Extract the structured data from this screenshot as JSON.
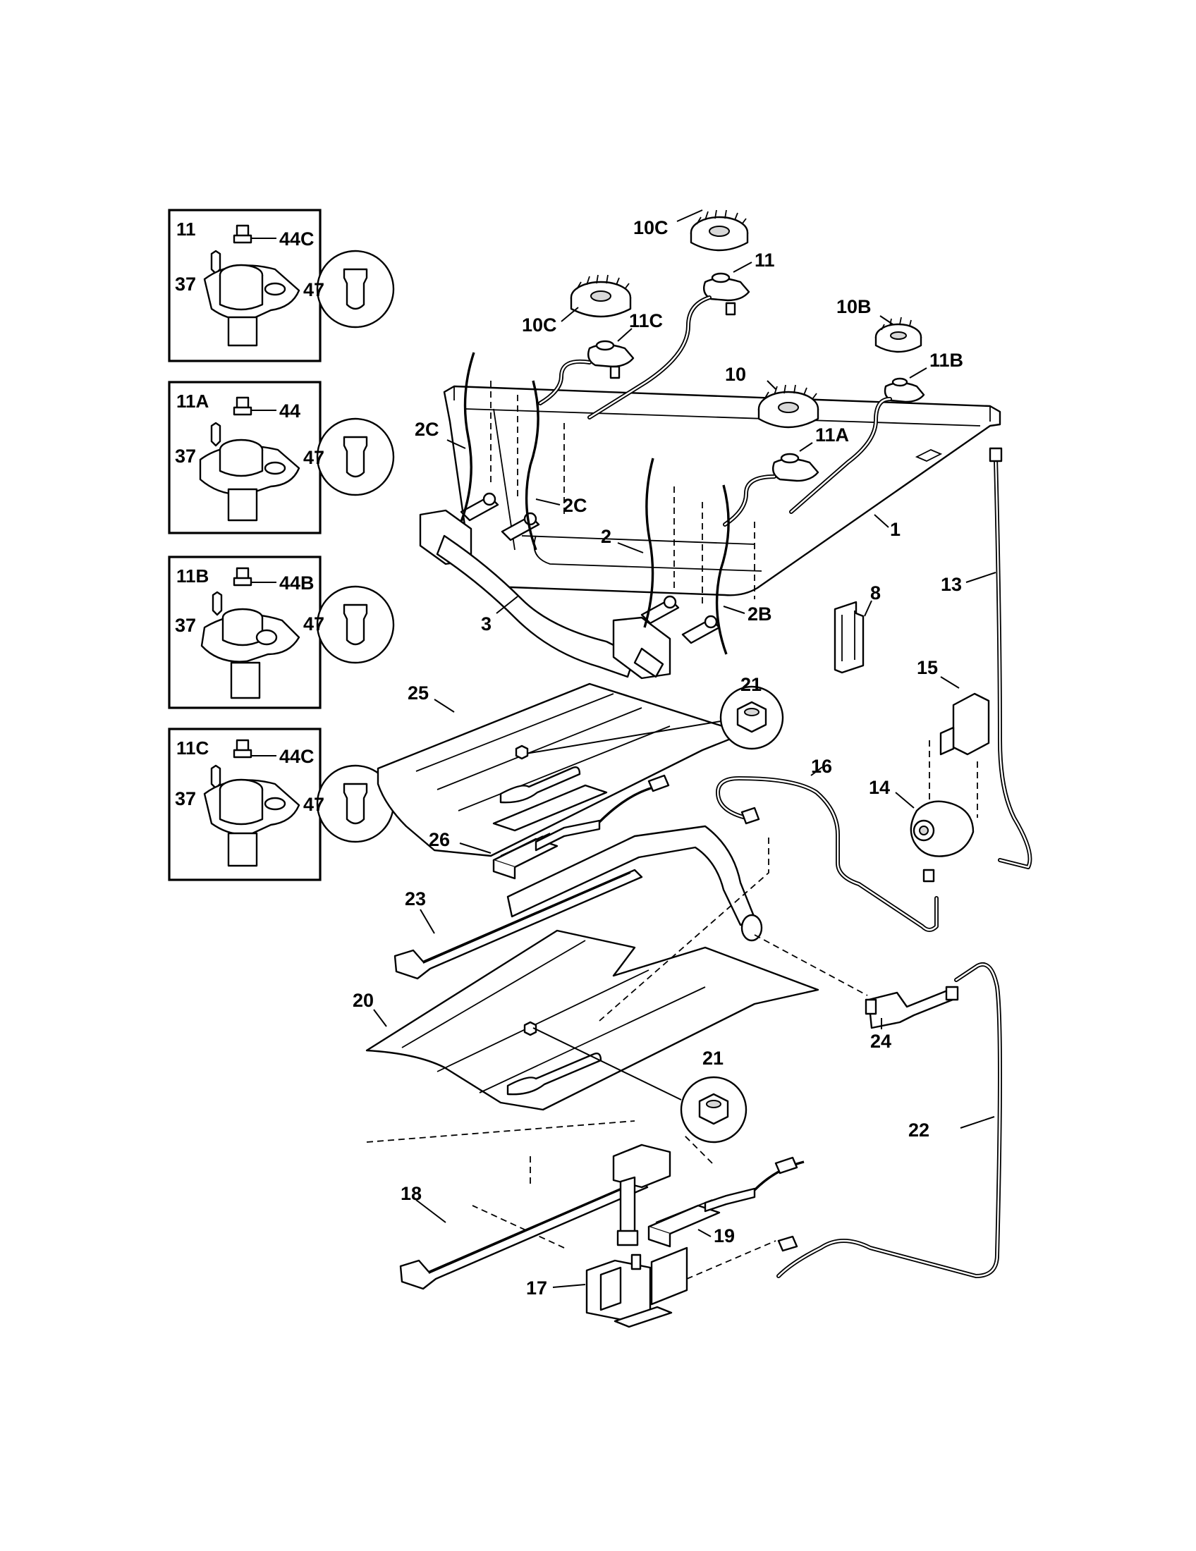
{
  "insets": [
    {
      "title": "11",
      "screw": "37",
      "cap": "44C",
      "orifice": "47"
    },
    {
      "title": "11A",
      "screw": "37",
      "cap": "44",
      "orifice": "47"
    },
    {
      "title": "11B",
      "screw": "37",
      "cap": "44B",
      "orifice": "47"
    },
    {
      "title": "11C",
      "screw": "37",
      "cap": "44C",
      "orifice": "47"
    }
  ],
  "callouts": {
    "p10c_top": "10C",
    "p11": "11",
    "p10c_left": "10C",
    "p11c": "11C",
    "p10b": "10B",
    "p11b": "11B",
    "p10": "10",
    "p11a": "11A",
    "p2c_left": "2C",
    "p2c_right": "2C",
    "p2": "2",
    "p2b": "2B",
    "p1": "1",
    "p3": "3",
    "p13": "13",
    "p8": "8",
    "p15": "15",
    "p25": "25",
    "p21_top": "21",
    "p16": "16",
    "p14": "14",
    "p26": "26",
    "p23": "23",
    "p20": "20",
    "p24": "24",
    "p21_bottom": "21",
    "p22": "22",
    "p18": "18",
    "p19": "19",
    "p17": "17"
  }
}
